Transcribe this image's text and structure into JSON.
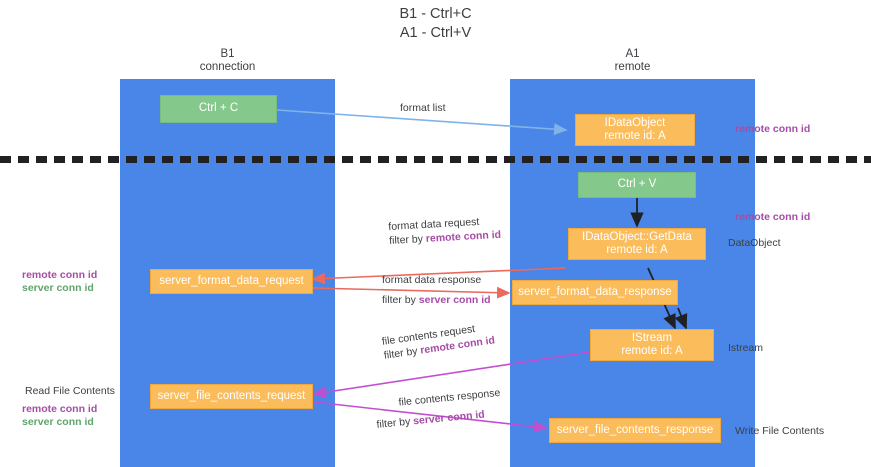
{
  "title": {
    "line1": "B1 - Ctrl+C",
    "line2": "A1 - Ctrl+V"
  },
  "lanes": [
    {
      "name": "left-lane",
      "title_line1": "B1",
      "title_line2": "connection"
    },
    {
      "name": "right-lane",
      "title_line1": "A1",
      "title_line2": "remote"
    }
  ],
  "nodes": {
    "ctrl_c": {
      "line1": "Ctrl + C",
      "line2": ""
    },
    "idataobject": {
      "line1": "IDataObject",
      "line2": "remote id: A"
    },
    "ctrl_v": {
      "line1": "Ctrl + V",
      "line2": ""
    },
    "getdata": {
      "line1": "IDataObject::GetData",
      "line2": "remote id: A"
    },
    "fmt_request": {
      "line1": "server_format_data_request",
      "line2": ""
    },
    "fmt_response": {
      "line1": "server_format_data_response",
      "line2": ""
    },
    "istream": {
      "line1": "IStream",
      "line2": "remote id: A"
    },
    "file_request": {
      "line1": "server_file_contents_request",
      "line2": ""
    },
    "file_response": {
      "line1": "server_file_contents_response",
      "line2": ""
    }
  },
  "edge_labels": {
    "format_list": "format list",
    "format_data_request": "format data request",
    "format_data_request_filter_prefix": "filter by ",
    "format_data_request_filter_key": "remote conn id",
    "format_data_response": "format data response",
    "format_data_response_filter_prefix": "filter by ",
    "format_data_response_filter_key": "server conn id",
    "file_contents_request": "file contents request",
    "file_contents_request_filter_prefix": "filter by ",
    "file_contents_request_filter_key": "remote conn id",
    "file_contents_response": "file contents response",
    "file_contents_response_filter_prefix": "filter by ",
    "file_contents_response_filter_key": "server conn id"
  },
  "right_annotations": {
    "remote_conn_id_top": "remote conn id",
    "remote_conn_id_mid": "remote conn id",
    "dataobject": "DataObject",
    "istream": "Istream",
    "write_file_contents": "Write File Contents"
  },
  "left_annotations": {
    "remote_conn_id_1": "remote conn id",
    "server_conn_id_1": "server conn id",
    "read_file_contents": "Read File Contents",
    "remote_conn_id_2": "remote conn id",
    "server_conn_id_2": "server conn id"
  },
  "colors": {
    "lane": "#4a86e8",
    "green_node": "#84c98b",
    "orange_node": "#fbbc5c",
    "purple": "#a64ca6",
    "green_text": "#5fa56b",
    "red_arrow": "#ea6a5e",
    "magenta_arrow": "#c24fd0",
    "blue_arrow": "#7fb4e8",
    "black_arrow": "#202124",
    "divider": "#212121"
  }
}
